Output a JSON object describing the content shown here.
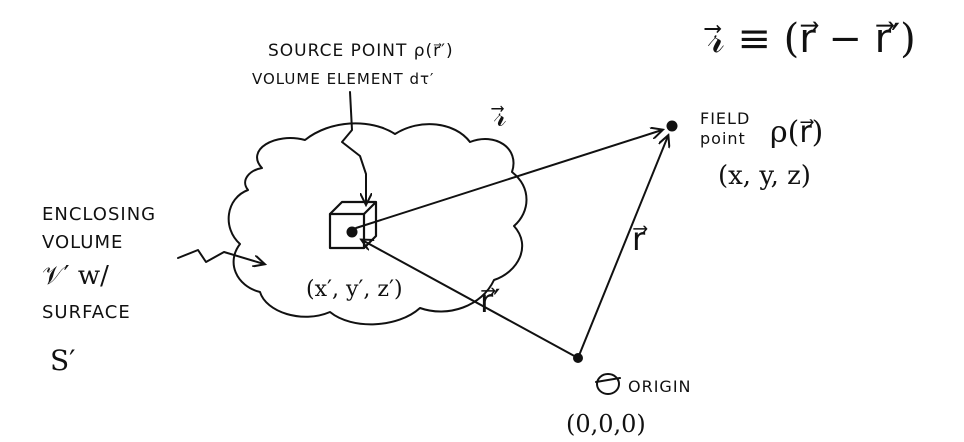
{
  "labels": {
    "source_point_line1": "SOURCE POINT ρ(r⃗′)",
    "source_point_line2": "VOLUME ELEMENT dτ′",
    "definition": "𝓇⃗ ≡ (r⃗ − r⃗′)",
    "field_point_word1": "FIELD",
    "field_point_word2": "point",
    "field_point_symbol": "ρ(r⃗)",
    "field_coords": "(x, y, z)",
    "script_r_vector": "𝓇⃗",
    "r_vector": "r⃗",
    "r_prime_vector": "r⃗′",
    "source_coords": "(x′, y′, z′)",
    "enclosing_line1": "ENCLOSING",
    "enclosing_line2": "VOLUME",
    "enclosing_line3": "𝒱′ w/",
    "enclosing_line4": "SURFACE",
    "enclosing_line5": "S′",
    "origin_label": "ORIGIN",
    "origin_coords": "(0,0,0)"
  }
}
